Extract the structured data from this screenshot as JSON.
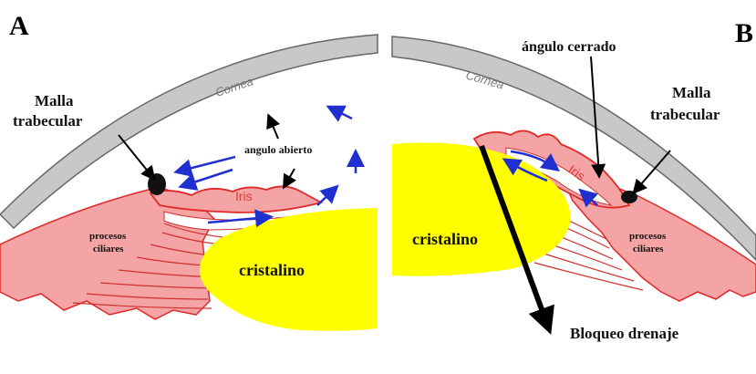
{
  "panels": {
    "a": "A",
    "b": "B"
  },
  "left": {
    "cornea": "Cornea",
    "malla_line1": "Malla",
    "malla_line2": "trabecular",
    "angulo": "angulo abierto",
    "iris": "Iris",
    "procesos_line1": "procesos",
    "procesos_line2": "ciliares",
    "cristalino": "cristalino"
  },
  "right": {
    "angulo": "ángulo cerrado",
    "cornea": "Cornea",
    "malla_line1": "Malla",
    "malla_line2": "trabecular",
    "iris": "Iris",
    "procesos_line1": "procesos",
    "procesos_line2": "ciliares",
    "cristalino": "cristalino",
    "bloqueo": "Bloqueo drenaje"
  },
  "colors": {
    "cornea": "#c8c8c8",
    "tissue": "#f4a4a4",
    "tissue_edge": "#e02828",
    "lens": "#ffff00",
    "flow_arrow": "#1f2fd0"
  }
}
